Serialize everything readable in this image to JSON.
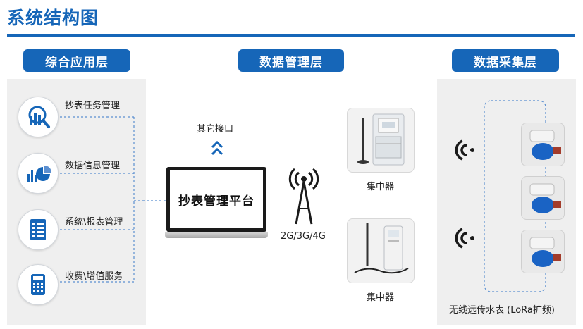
{
  "page": {
    "title": "系统结构图"
  },
  "layers": {
    "application": "综合应用层",
    "data_management": "数据管理层",
    "data_collection": "数据采集层"
  },
  "application_items": [
    {
      "label": "抄表任务管理",
      "icon": "magnifier-chart-icon"
    },
    {
      "label": "数据信息管理",
      "icon": "bar-pie-chart-icon"
    },
    {
      "label": "系统\\报表管理",
      "icon": "report-list-icon"
    },
    {
      "label": "收费\\增值服务",
      "icon": "calculator-icon"
    }
  ],
  "platform": {
    "name": "抄表管理平台",
    "other_interface": "其它接口"
  },
  "network": {
    "label": "2G/3G/4G"
  },
  "concentrators": [
    {
      "caption": "集中器"
    },
    {
      "caption": "集中器"
    }
  ],
  "meters": {
    "caption": "无线远传水表 (LoRa扩频)"
  },
  "colors": {
    "brand": "#1666b8",
    "panel": "#efefef",
    "meter_blue": "#1a63c4"
  }
}
